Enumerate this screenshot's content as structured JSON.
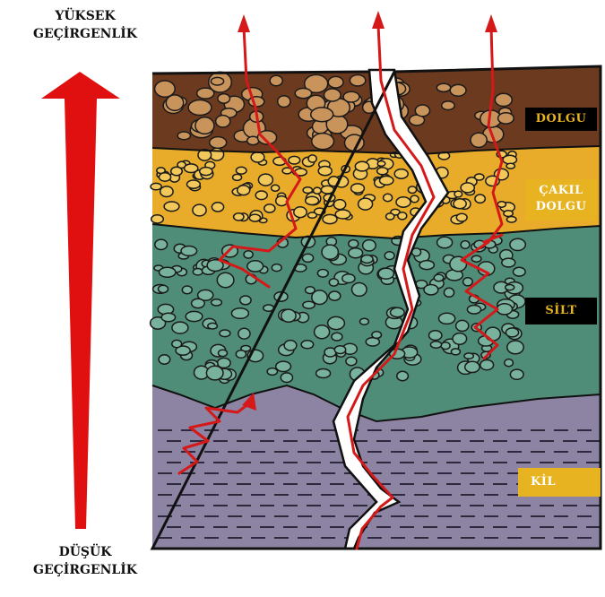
{
  "axis": {
    "top_line1": "YÜKSEK",
    "top_line2": "GEÇİRGENLİK",
    "bottom_line1": "DÜŞÜK",
    "bottom_line2": "GEÇİRGENLİK",
    "arrow_color": "#e01010"
  },
  "layers": [
    {
      "label": "DOLGU",
      "fill": "#6b3a1f",
      "stone": "#c9935c",
      "label_color": "#e7b321"
    },
    {
      "label_line1": "ÇAKIL",
      "label_line2": "DOLGU",
      "fill": "#e8ac2a",
      "stone": "#f3c85a",
      "label_color": "#ffffff"
    },
    {
      "label": "SİLT",
      "fill": "#4f8d78",
      "stone": "#79b29c",
      "label_color": "#e7b321"
    },
    {
      "label": "KİL",
      "fill": "#8d83a3",
      "stripe": "#2d2a3d",
      "label_color": "#ffffff"
    }
  ],
  "flow_color": "#d51818"
}
